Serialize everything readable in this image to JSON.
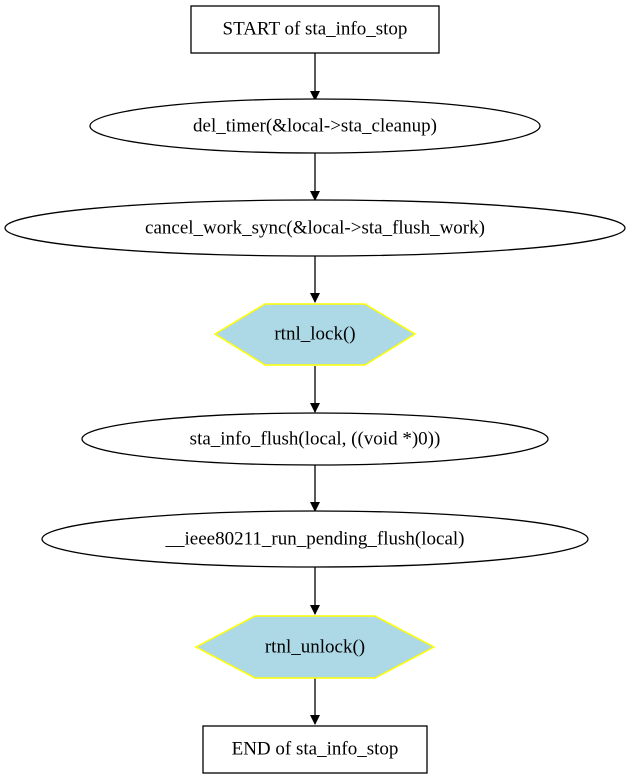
{
  "diagram": {
    "type": "flowchart",
    "nodes": [
      {
        "id": "n0",
        "label": "START of sta_info_stop",
        "shape": "rect"
      },
      {
        "id": "n1",
        "label": "del_timer(&local->sta_cleanup)",
        "shape": "ellipse"
      },
      {
        "id": "n2",
        "label": "cancel_work_sync(&local->sta_flush_work)",
        "shape": "ellipse"
      },
      {
        "id": "n3",
        "label": "rtnl_lock()",
        "shape": "hexagon"
      },
      {
        "id": "n4",
        "label": "sta_info_flush(local, ((void *)0))",
        "shape": "ellipse"
      },
      {
        "id": "n5",
        "label": "__ieee80211_run_pending_flush(local)",
        "shape": "ellipse"
      },
      {
        "id": "n6",
        "label": "rtnl_unlock()",
        "shape": "hexagon"
      },
      {
        "id": "n7",
        "label": "END of sta_info_stop",
        "shape": "rect"
      }
    ],
    "edges": [
      {
        "from": "n0",
        "to": "n1"
      },
      {
        "from": "n1",
        "to": "n2"
      },
      {
        "from": "n2",
        "to": "n3"
      },
      {
        "from": "n3",
        "to": "n4"
      },
      {
        "from": "n4",
        "to": "n5"
      },
      {
        "from": "n5",
        "to": "n6"
      },
      {
        "from": "n6",
        "to": "n7"
      }
    ],
    "colors": {
      "stroke": "#000000",
      "hexagon_fill": "#add8e6",
      "hexagon_stroke": "#ffff00",
      "background": "#ffffff"
    }
  }
}
